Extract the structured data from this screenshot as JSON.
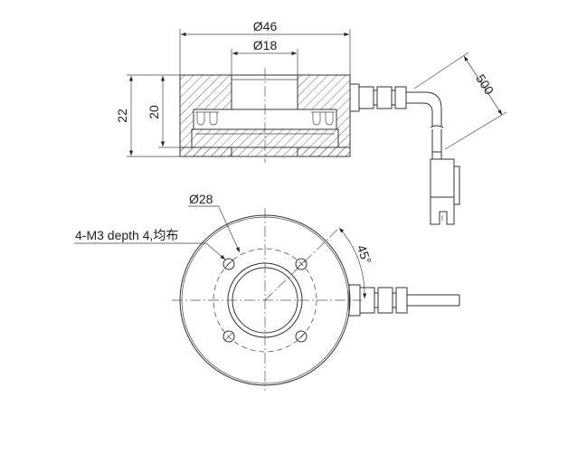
{
  "dimensions": {
    "outer_diameter": "Ø46",
    "bore_diameter": "Ø18",
    "total_height": "22",
    "body_height": "20",
    "cable_length": "500",
    "pcd_diameter": "Ø28",
    "angle": "45°",
    "mounting_holes": "4-M3 depth 4,均布"
  }
}
